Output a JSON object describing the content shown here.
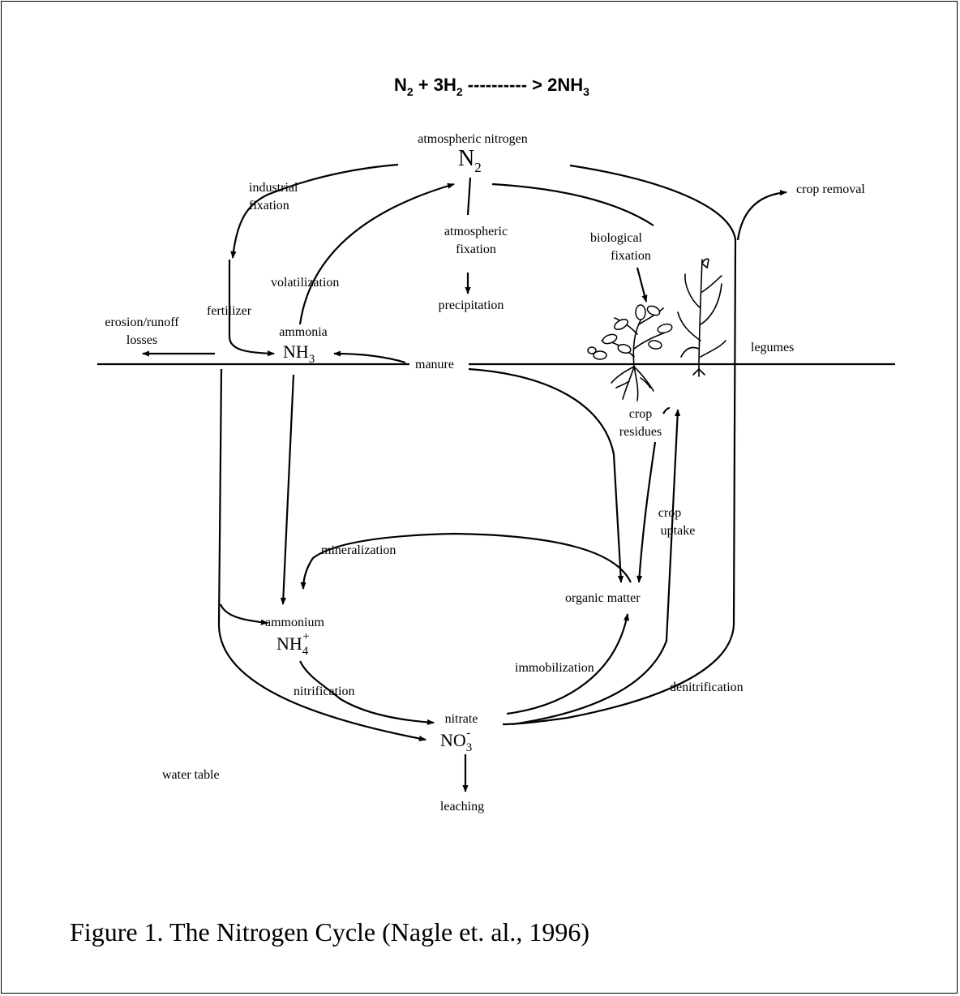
{
  "equation": {
    "n2": "N",
    "n2_sub": "2",
    "plus": " + 3H",
    "h2_sub": "2",
    "arrow": " ---------- > 2NH",
    "nh3_sub": "3"
  },
  "nodes": {
    "atmospheric_nitrogen": "atmospheric  nitrogen",
    "n2_formula": "N",
    "n2_sub": "2",
    "industrial_fixation_1": "industrial",
    "industrial_fixation_2": "fixation",
    "atmospheric_fixation_1": "atmospheric",
    "atmospheric_fixation_2": "fixation",
    "biological_fixation_1": "biological",
    "biological_fixation_2": "fixation",
    "crop_removal": "crop  removal",
    "volatilization": "volatilization",
    "precipitation": "precipitation",
    "erosion_1": "erosion/runoff",
    "erosion_2": "losses",
    "fertilizer": "fertilizer",
    "ammonia": "ammonia",
    "nh3_formula": "NH",
    "nh3_sub": "3",
    "manure": "manure",
    "legumes": "legumes",
    "crop_residues_1": "crop",
    "crop_residues_2": "residues",
    "crop_uptake_1": "crop",
    "crop_uptake_2": "uptake",
    "mineralization": "mineralization",
    "organic_matter": "organic matter",
    "ammonium": "ammonium",
    "nh4_formula": "NH",
    "nh4_sub": "4",
    "nh4_sup": "+",
    "nitrification": "nitrification",
    "immobilization": "immobilization",
    "denitrification": "denitrification",
    "nitrate": "nitrate",
    "no3_formula": "NO",
    "no3_sub": "3",
    "no3_sup": "-",
    "water_table": "water table",
    "leaching": "leaching"
  },
  "caption": "Figure 1. The Nitrogen Cycle (Nagle et. al., 1996)"
}
